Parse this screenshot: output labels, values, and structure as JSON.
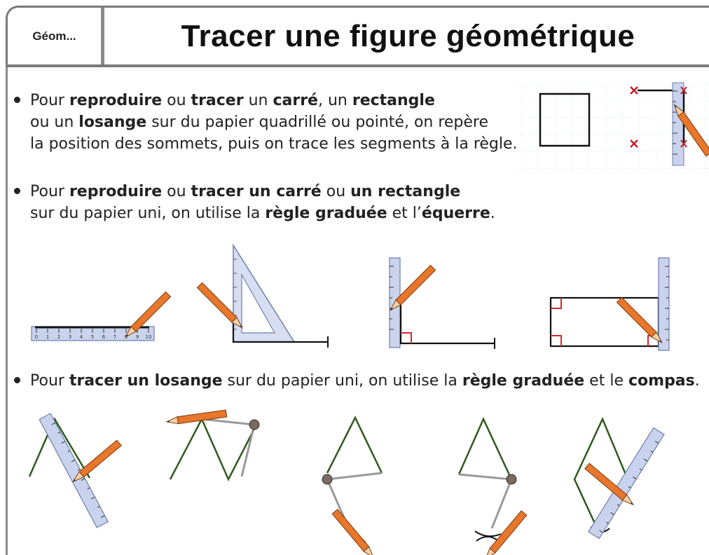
{
  "header": {
    "tab_label": "Géom...",
    "title": "Tracer une figure géométrique"
  },
  "bullets": [
    {
      "line1": {
        "a": "Pour ",
        "b": "reproduire",
        "c": " ou ",
        "d": "tracer",
        "e": " un ",
        "f": "carré",
        "g": ", un ",
        "h": "rectangle"
      },
      "line2": {
        "a": "ou un ",
        "b": "losange",
        "c": " sur du papier quadrillé ou pointé, on repère"
      },
      "line3": {
        "a": "la position des sommets, puis on trace les segments à la règle."
      }
    },
    {
      "line1": {
        "a": "Pour ",
        "b": "reproduire",
        "c": " ou ",
        "d": "tracer un carré",
        "e": " ou ",
        "f": "un rectangle"
      },
      "line2": {
        "a": "sur du papier uni, on utilise la ",
        "b": "règle graduée",
        "c": " et l’",
        "d": "équerre",
        "e": "."
      }
    },
    {
      "line1": {
        "a": "Pour ",
        "b": "tracer un losange",
        "c": " sur du papier uni, on utilise la ",
        "d": "règle graduée",
        "e": " et le ",
        "f": "compas",
        "g": "."
      }
    }
  ],
  "ruler_ticks": [
    "0",
    "1",
    "2",
    "3",
    "4",
    "5",
    "6",
    "7",
    "8",
    "9",
    "10"
  ],
  "colors": {
    "frame": "#7a7a7a",
    "pencil": "#e8762b",
    "ruler": "#c9d3ee",
    "drawn_line": "#2f5a1e",
    "right_angle": "#d8262c",
    "mark_cross": "#c0202a"
  }
}
